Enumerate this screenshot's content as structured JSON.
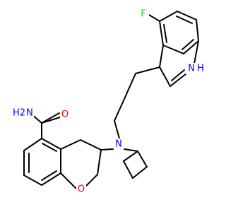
{
  "molecule": {
    "colors": {
      "bond": "#000000",
      "nitrogen": "#0000ff",
      "oxygen": "#ff0000",
      "fluorine": "#33cc33",
      "background": "#ffffff"
    },
    "labels": {
      "fluorine": "F",
      "indole_nh": "H",
      "indole_n": "N",
      "amide_o": "O",
      "amide_n": "N",
      "amide_h2": "H2",
      "amine_n": "N",
      "ether_o": "O"
    }
  }
}
